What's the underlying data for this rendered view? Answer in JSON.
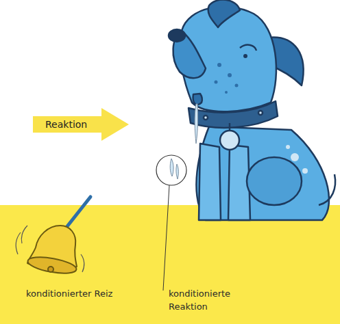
{
  "diagram": {
    "nodes": [
      {
        "text": [
          "Reaktion"
        ]
      }
    ],
    "labels": [
      "konditionierter Reiz",
      "konditionierte Reaktion"
    ]
  }
}
